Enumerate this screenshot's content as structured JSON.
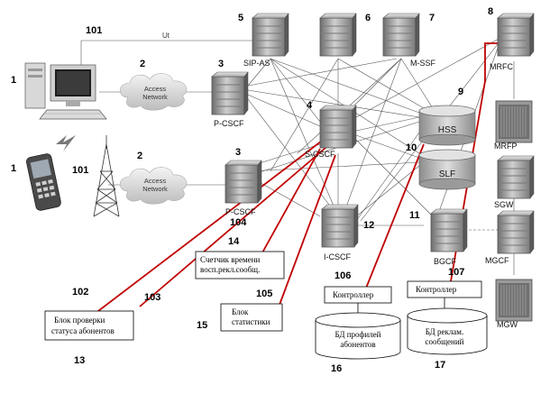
{
  "labels": {
    "n1a": "1",
    "n1b": "1",
    "n2a": "2",
    "n2b": "2",
    "n3a": "3",
    "n3b": "3",
    "n4": "4",
    "n5": "5",
    "n6": "6",
    "n7": "7",
    "n8": "8",
    "n9": "9",
    "n10": "10",
    "n11": "11",
    "n12": "12",
    "n13": "13",
    "n14": "14",
    "n15": "15",
    "n16": "16",
    "n17": "17",
    "n101a": "101",
    "n101b": "101",
    "n102": "102",
    "n103": "103",
    "n104": "104",
    "n105": "105",
    "n106": "106",
    "n107": "107",
    "ut": "Ut",
    "access1": [
      "Access",
      "Network"
    ],
    "access2": [
      "Access",
      "Network"
    ],
    "sip_as": "SIP-AS",
    "m_ssf": "M-SSF",
    "mrfc": "MRFC",
    "p_cscf1": "P-CSCF",
    "p_cscf2": "P-CSCF",
    "s_cscf": "S-CSCF",
    "hss": "HSS",
    "slf": "SLF",
    "mrfp": "MRFP",
    "sgw": "SGW",
    "i_cscf": "I-CSCF",
    "bgcf": "BGCF",
    "mgcf": "MGCF",
    "mgw": "MGW"
  },
  "boxes": {
    "timer": [
      "Счетчик времени",
      "восп.рекл.сообщ."
    ],
    "stats": [
      "Блок",
      "статистики"
    ],
    "check": [
      "Блок проверки",
      "статуса абонентов"
    ],
    "ctrl1": "Контроллер",
    "ctrl2": "Контроллер",
    "db1": [
      "БД профилей",
      "абонентов"
    ],
    "db2": [
      "БД реклам.",
      "сообщений"
    ]
  }
}
